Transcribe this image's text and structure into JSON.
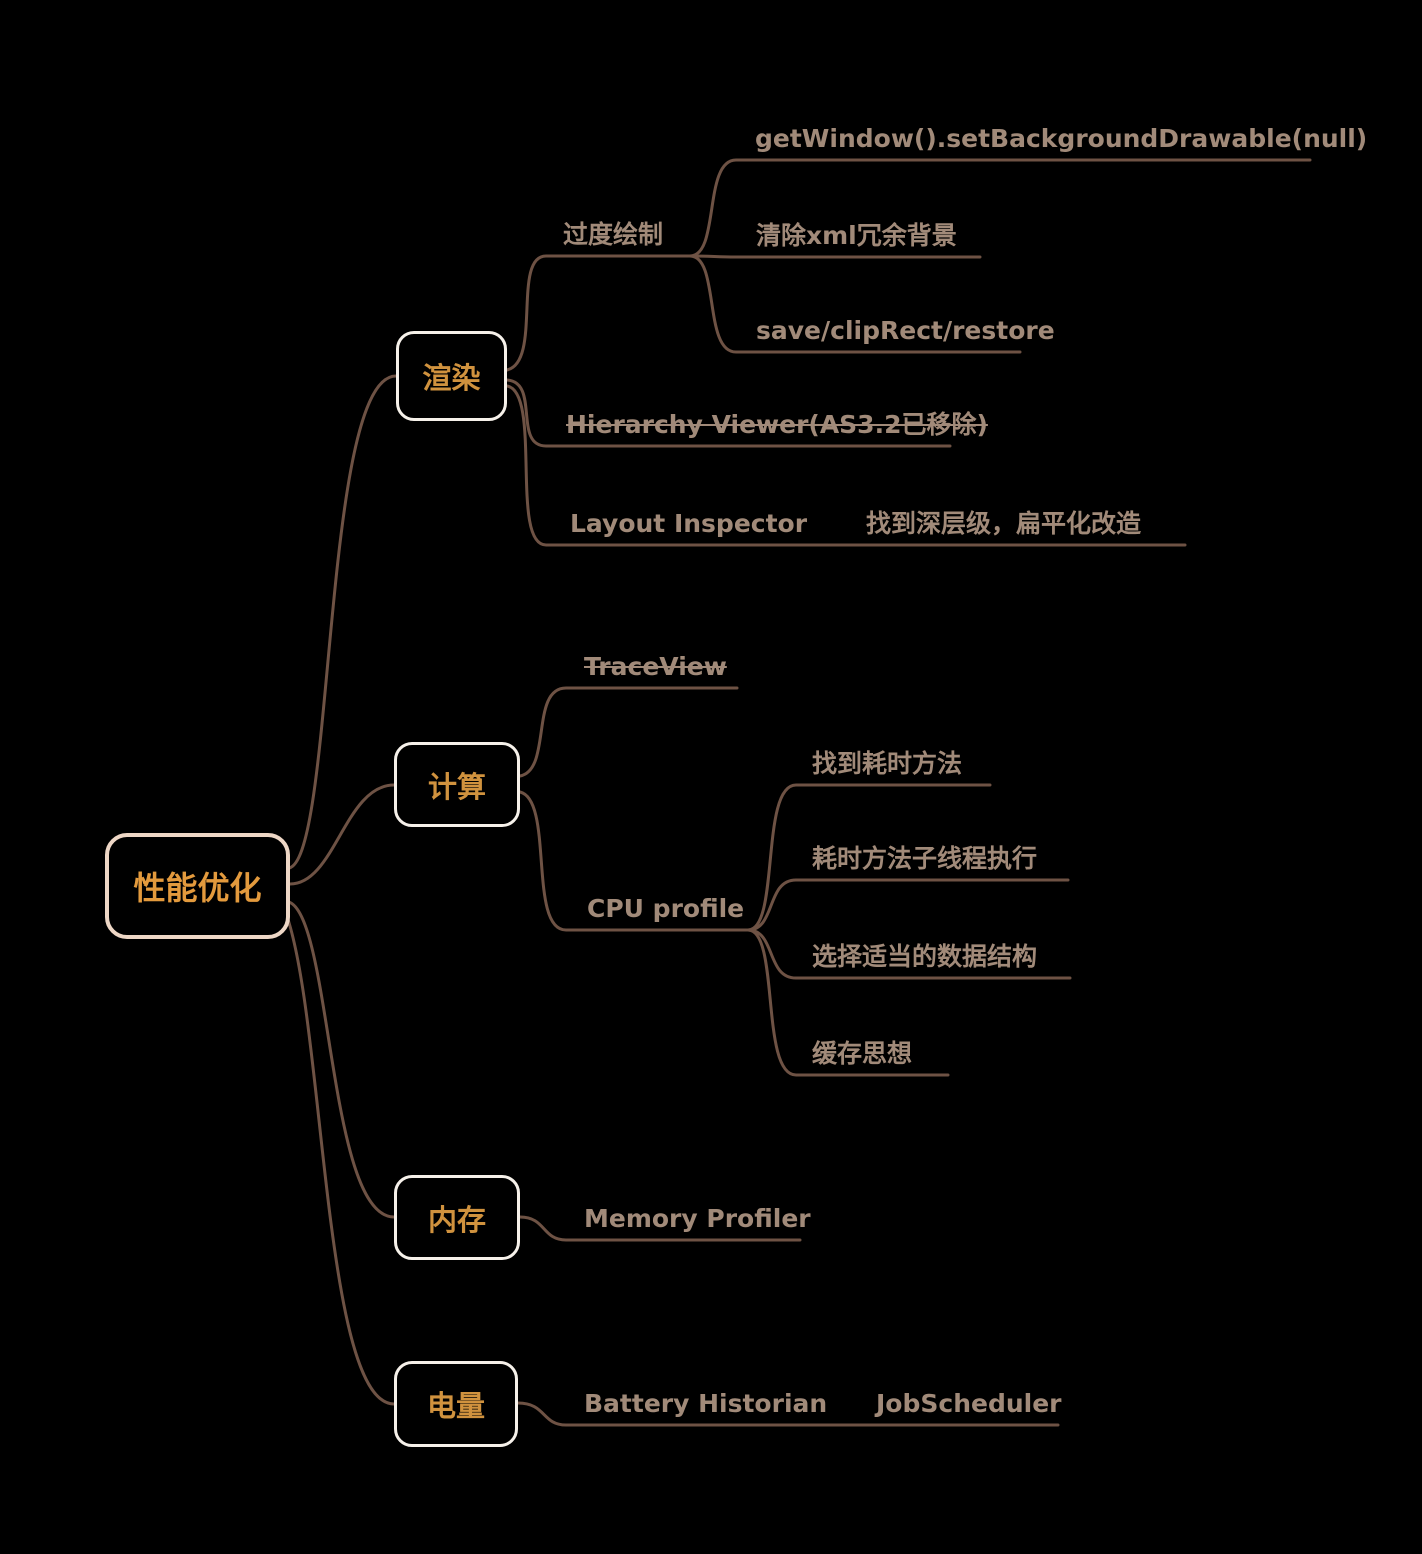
{
  "root": {
    "label": "性能优化"
  },
  "branches": {
    "render": {
      "label": "渲染",
      "overdraw": {
        "label": "过度绘制",
        "items": [
          "getWindow().setBackgroundDrawable(null)",
          "清除xml冗余背景",
          "save/clipRect/restore"
        ]
      },
      "hierarchy_viewer": {
        "label": "Hierarchy Viewer(AS3.2已移除)",
        "struck_out": true
      },
      "layout_inspector": {
        "label": "Layout Inspector",
        "note": "找到深层级，扁平化改造"
      }
    },
    "compute": {
      "label": "计算",
      "traceview": {
        "label": "TraceView",
        "struck_out": true
      },
      "cpu_profile": {
        "label": "CPU profile",
        "items": [
          "找到耗时方法",
          "耗时方法子线程执行",
          "选择适当的数据结构",
          "缓存思想"
        ]
      }
    },
    "memory": {
      "label": "内存",
      "tool": "Memory Profiler"
    },
    "battery": {
      "label": "电量",
      "tool": "Battery Historian",
      "note": "JobScheduler"
    }
  },
  "colors": {
    "background": "#000000",
    "edge_line": "#6e5244",
    "topic_text": "#a18a79",
    "branch_node_text": "#d0923e",
    "branch_node_border": "#f6f1ea",
    "root_text": "#e39a3d",
    "root_border": "#eed7c6"
  }
}
